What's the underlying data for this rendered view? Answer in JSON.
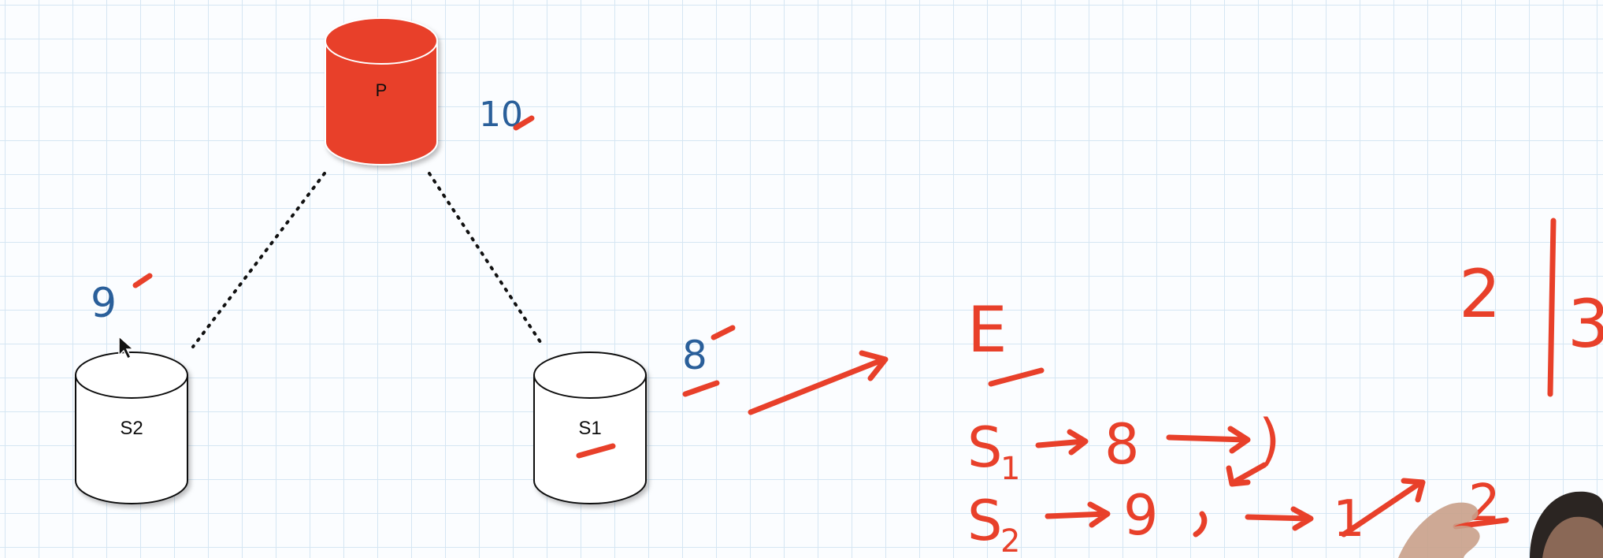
{
  "nodes": {
    "primary": {
      "label": "P",
      "value": "10"
    },
    "secondary_2": {
      "label": "S2",
      "value": "9"
    },
    "secondary_1": {
      "label": "S1",
      "value": "8"
    }
  },
  "notes": {
    "epoch_letter": "E",
    "ratio_left": "2",
    "ratio_right": "3",
    "row1": {
      "node": "S",
      "sub": "1",
      "value": "8",
      "next": ")"
    },
    "row2": {
      "node": "S",
      "sub": "2",
      "value": "9",
      "mid": "1",
      "end": "2"
    }
  },
  "colors": {
    "primary_fill": "#e8402a",
    "ink_red": "#e8402a",
    "ink_blue": "#2a5f9a",
    "grid": "#d5e6f3"
  }
}
